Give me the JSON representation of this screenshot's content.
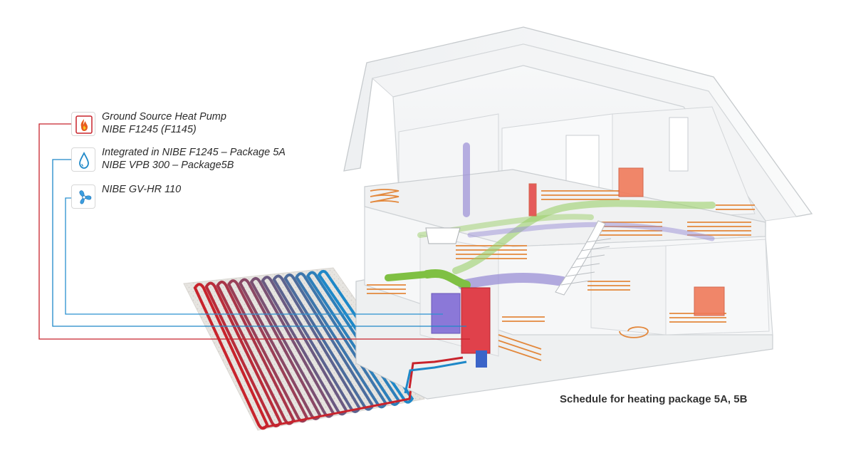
{
  "legend": {
    "items": [
      {
        "icon": "flame-icon",
        "color": "#c8232c",
        "line1": "Ground Source Heat Pump",
        "line2": "NIBE F1245 (F1145)"
      },
      {
        "icon": "water-drop-icon",
        "color": "#1e88c8",
        "line1": "Integrated in NIBE F1245 – Package 5A",
        "line2": "NIBE VPB 300 – Package5B"
      },
      {
        "icon": "fan-icon",
        "color": "#2a90d0",
        "line1": "NIBE GV-HR 110",
        "line2": ""
      }
    ]
  },
  "caption": "Schedule for heating package 5A, 5B",
  "colors": {
    "heat_line": "#c8232c",
    "water_line": "#1e88c8",
    "air_line": "#2a90d0",
    "floor_heating": "#e3883c",
    "ventilation_supply": "#9bd06a",
    "ventilation_exhaust": "#9a8fd6",
    "house_outline": "#cfd3d6"
  }
}
